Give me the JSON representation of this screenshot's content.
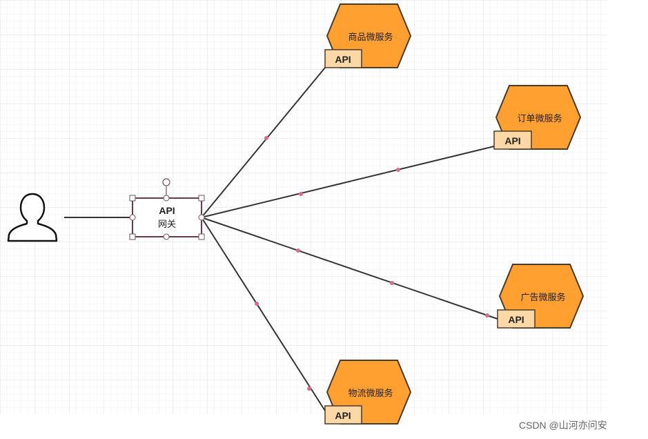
{
  "colors": {
    "service_fill": "#ffa030",
    "api_fill": "#fdd8a6",
    "grid": "#e6e6e6",
    "line": "#333333",
    "waypoint": "#d96b8a"
  },
  "user": {
    "icon": "user-icon"
  },
  "gateway": {
    "label_line1": "API",
    "label_line2": "网关"
  },
  "services": [
    {
      "name": "商品微服务",
      "api_label": "API"
    },
    {
      "name": "订单微服务",
      "api_label": "API"
    },
    {
      "name": "广告微服务",
      "api_label": "API"
    },
    {
      "name": "物流微服务",
      "api_label": "API"
    }
  ],
  "watermark": "CSDN @山河亦问安"
}
